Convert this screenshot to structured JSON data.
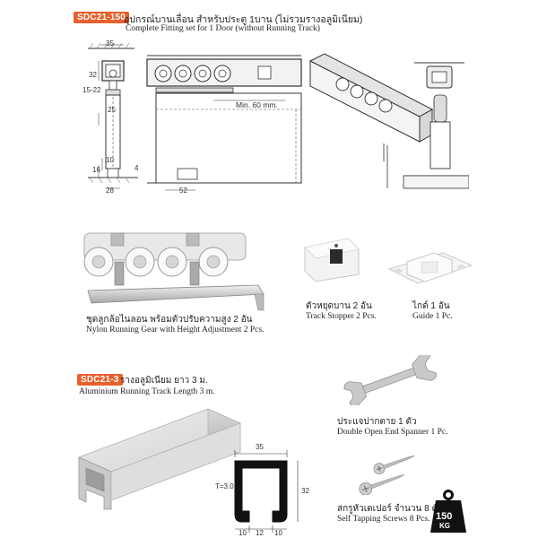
{
  "section1": {
    "code": "SDC21-150",
    "title_th": "อุปกรณ์บานเลื่อน สำหรับประตู 1บาน (ไม่รวมรางอลูมิเนียม)",
    "title_en": "Complete Fitting set for  1 Door (without  Running Track)"
  },
  "drawing": {
    "dim_35": "35",
    "dim_32": "32",
    "dim_15_22": "15-22",
    "dim_25": "25",
    "dim_10": "10",
    "dim_16": "16",
    "dim_4": "4",
    "dim_28": "28",
    "dim_52": "52",
    "min_label": "Min. 60 mm."
  },
  "running_gear": {
    "caption_th": "ชุดลูกล้อไนลอน พร้อมตัวปรับความสูง 2 อัน",
    "caption_en": "Nylon Running Gear with Height Adjustment 2 Pcs."
  },
  "track_stopper": {
    "caption_th": "ตัวหยุดบาน 2 อัน",
    "caption_en": "Track Stopper 2 Pcs."
  },
  "guide": {
    "caption_th": "ไกด์ 1 อัน",
    "caption_en": "Guide 1 Pc."
  },
  "section2": {
    "code": "SDC21-3",
    "title_th": "รางอลูมิเนียม ยาว 3 ม.",
    "title_en": "Aluminium Running Track Length 3 m."
  },
  "profile": {
    "width": "35",
    "height": "32",
    "thickness": "T=3.0",
    "bottom_left": "10",
    "bottom_mid": "12",
    "bottom_right": "10"
  },
  "spanner": {
    "caption_th": "ประแจปากตาย 1 ตัว",
    "caption_en": "Double Open End Spanner 1 Pc."
  },
  "screws": {
    "caption_th": "สกรูหัวเตเปอร์ จำนวน 8 ตัว",
    "caption_en": "Self Tapping Screws 8 Pcs."
  },
  "weight": {
    "value": "150",
    "unit": "KG"
  },
  "colors": {
    "accent": "#e8602c",
    "line": "#333333",
    "metal": "#c9c9c9"
  }
}
